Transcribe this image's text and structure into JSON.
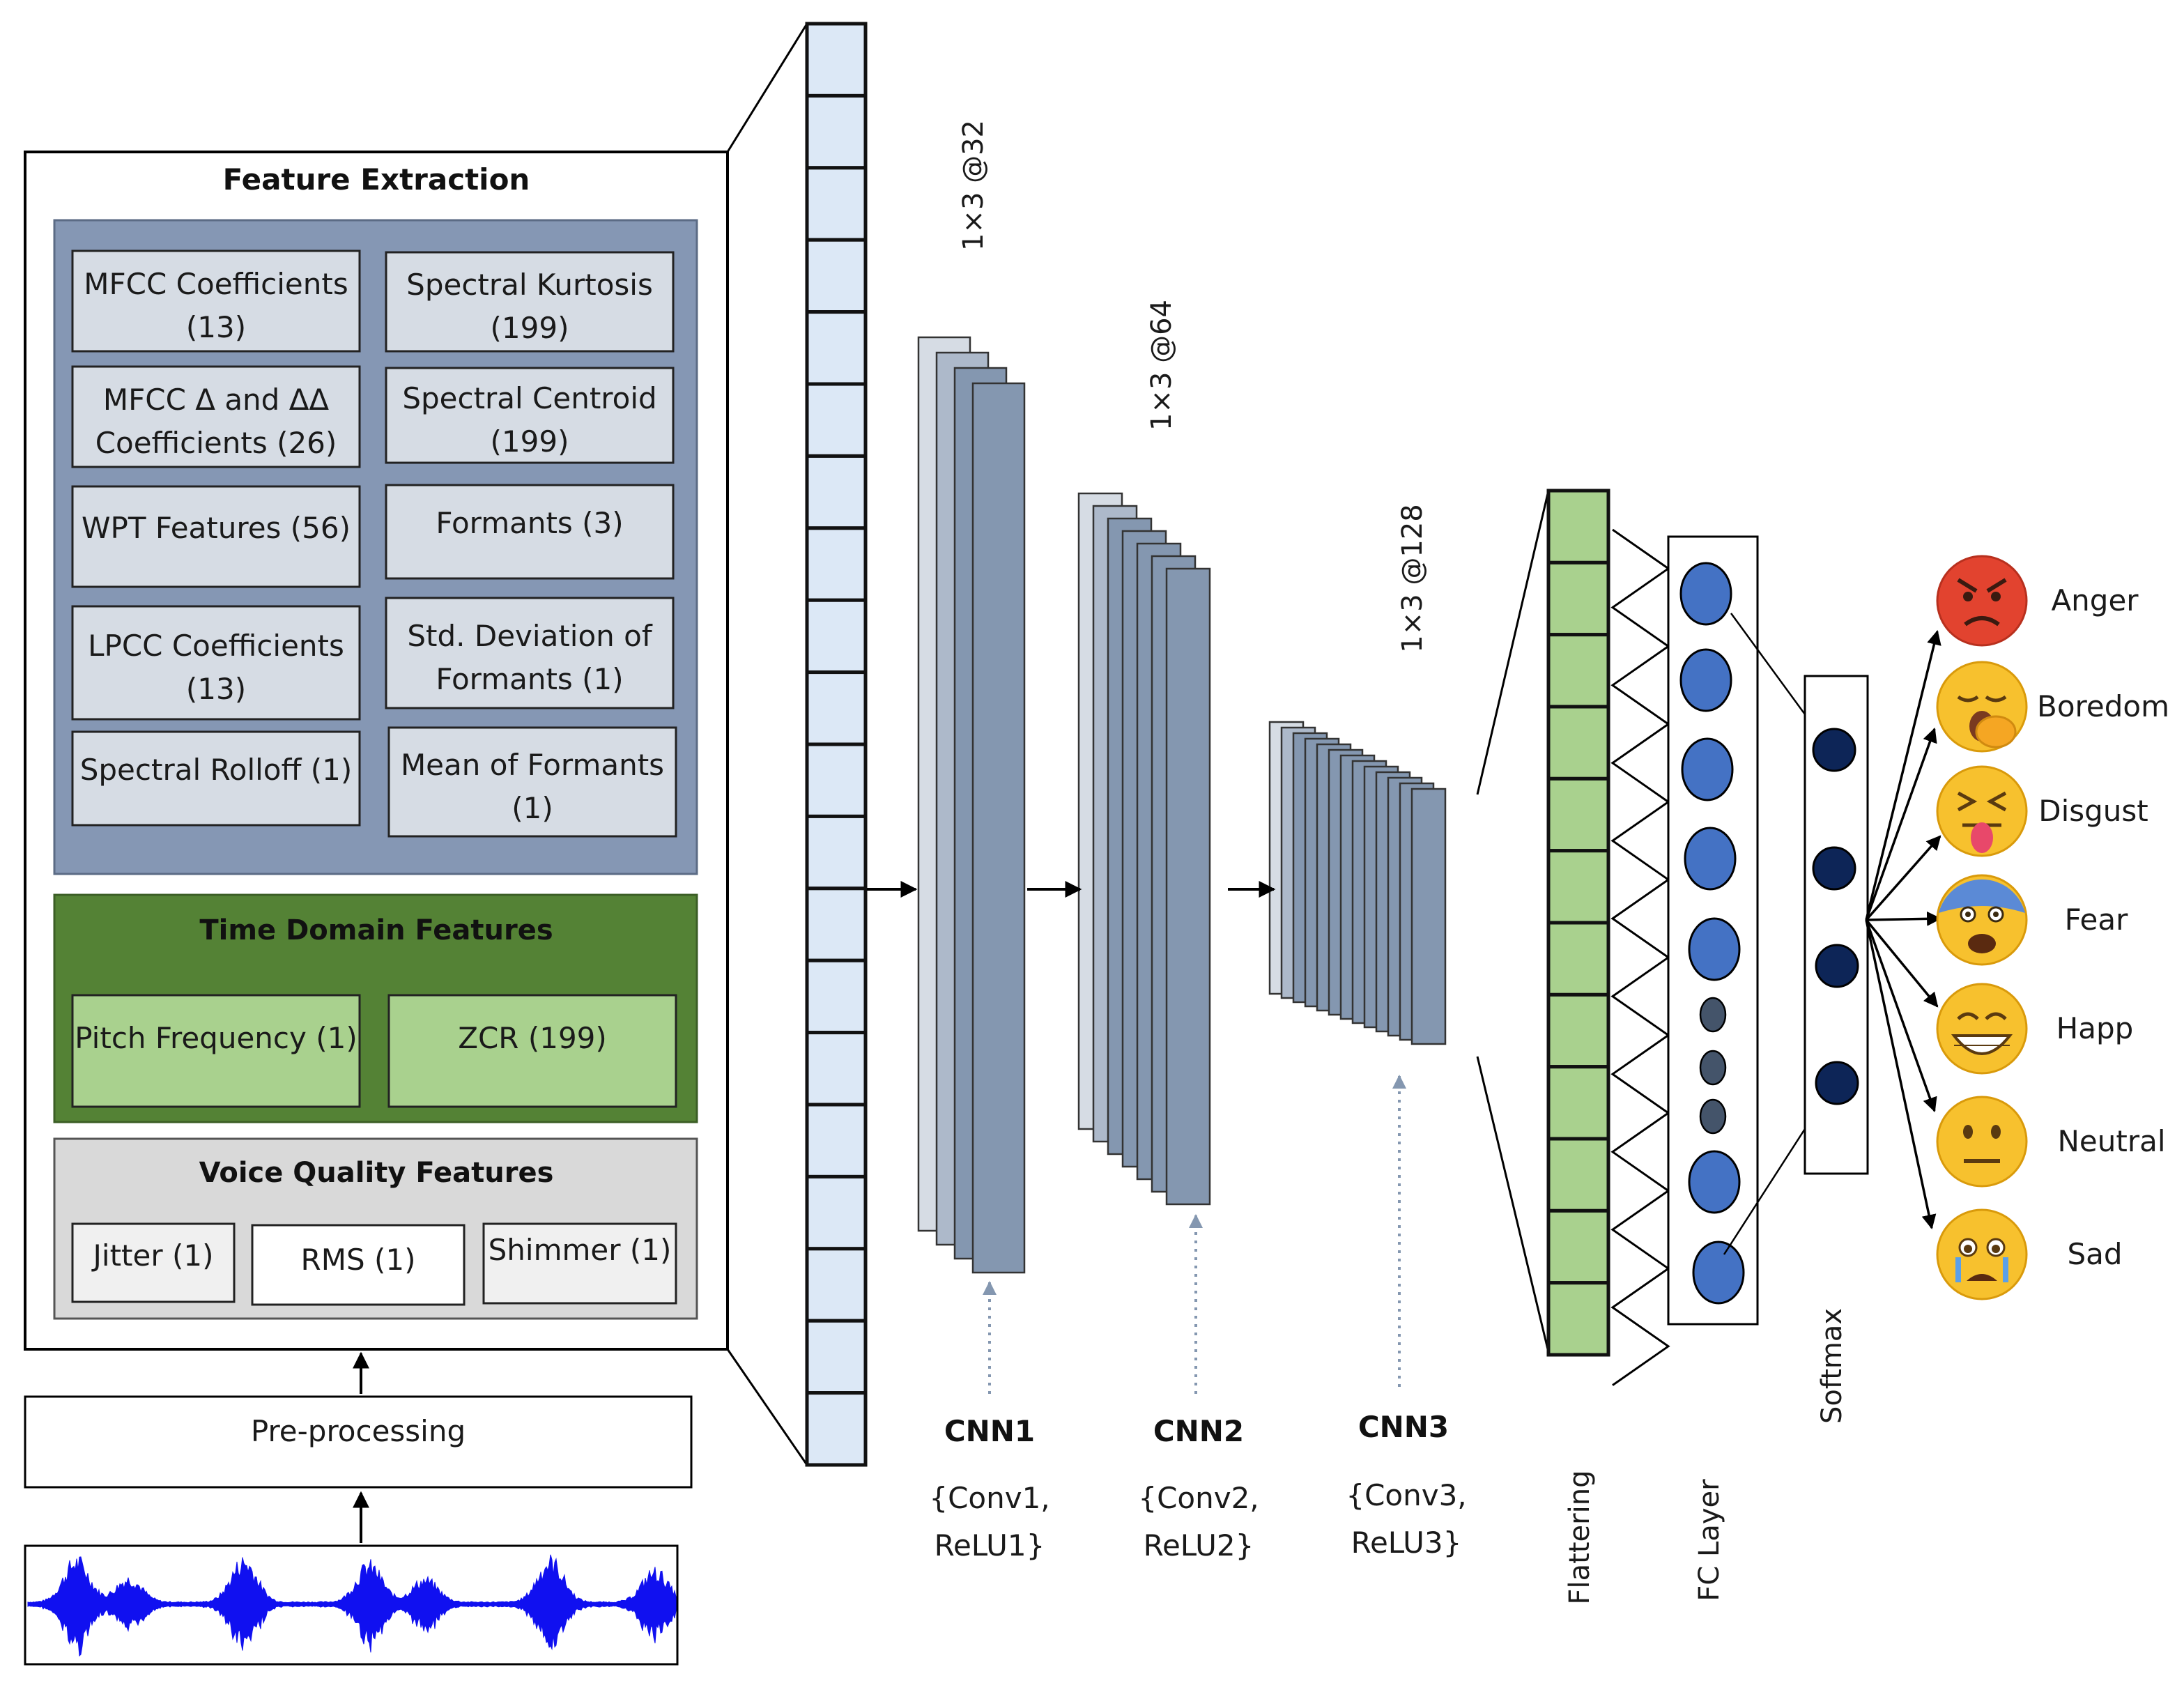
{
  "feature_extraction": {
    "title": "Feature Extraction",
    "spectral_features": [
      {
        "line1": "MFCC Coefficients",
        "line2": "(13)"
      },
      {
        "line1": "Spectral Kurtosis",
        "line2": "(199)"
      },
      {
        "line1": "MFCC Δ  and ΔΔ",
        "line2": "Coefficients (26)"
      },
      {
        "line1": "Spectral Centroid",
        "line2": "(199)"
      },
      {
        "line1": "WPT Features (56)",
        "line2": ""
      },
      {
        "line1": "Formants (3)",
        "line2": ""
      },
      {
        "line1": "LPCC Coefficients",
        "line2": "(13)"
      },
      {
        "line1": "Std. Deviation of",
        "line2": "Formants (1)"
      },
      {
        "line1": "Spectral Rolloff (1)",
        "line2": ""
      },
      {
        "line1": "Mean of Formants",
        "line2": "(1)"
      }
    ],
    "time_domain": {
      "title": "Time Domain Features",
      "items": [
        "Pitch Frequency (1)",
        "ZCR (199)"
      ]
    },
    "voice_quality": {
      "title": "Voice Quality Features",
      "items": [
        "Jitter (1)",
        "RMS (1)",
        "Shimmer (1)"
      ]
    }
  },
  "preprocessing": {
    "label": "Pre-processing"
  },
  "cnn_blocks": [
    {
      "kernel": "1×3 @32",
      "name": "CNN1",
      "line1": "{Conv1,",
      "line2": "ReLU1}"
    },
    {
      "kernel": "1×3 @64",
      "name": "CNN2",
      "line1": "{Conv2,",
      "line2": "ReLU2}"
    },
    {
      "kernel": "1×3 @128",
      "name": "CNN3",
      "line1": "{Conv3,",
      "line2": "ReLU3}"
    }
  ],
  "layers": {
    "flattening": "Flattering",
    "fc": "FC Layer",
    "softmax": "Softmax"
  },
  "emotions": [
    {
      "label": "Anger",
      "icon": "angry-face-icon"
    },
    {
      "label": "Boredom",
      "icon": "yawning-face-icon"
    },
    {
      "label": "Disgust",
      "icon": "disgusted-face-icon"
    },
    {
      "label": "Fear",
      "icon": "fearful-face-icon"
    },
    {
      "label": "Happ",
      "icon": "grinning-face-icon"
    },
    {
      "label": "Neutral",
      "icon": "neutral-face-icon"
    },
    {
      "label": "Sad",
      "icon": "sad-face-icon"
    }
  ],
  "colors": {
    "spectral_panel": "#8597b4",
    "feature_box": "#d6dce4",
    "time_panel": "#548235",
    "time_box": "#a9d18e",
    "voice_panel": "#d9d9d9",
    "input_cell": "#dce8f6",
    "flatten_cell": "#a9d18e",
    "cnn_dark": "#8497b0",
    "fc_node": "#4472c4",
    "softmax_node": "#0d2557",
    "waveform": "#1010f0"
  }
}
